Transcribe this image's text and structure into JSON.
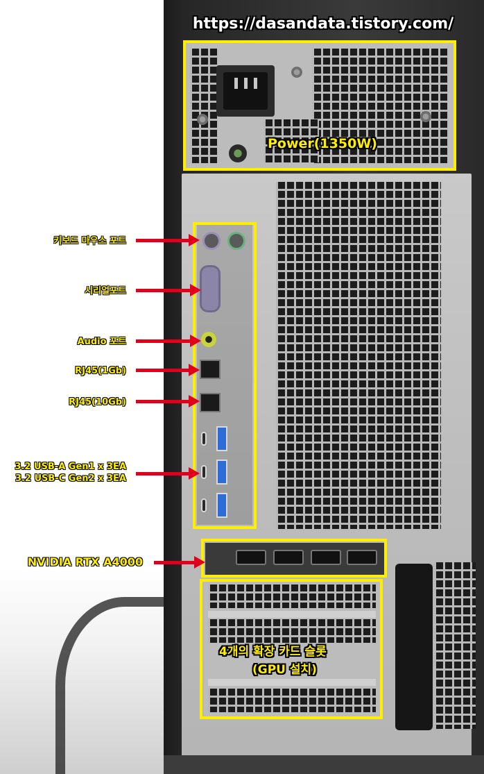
{
  "watermark": "https://dasandata.tistory.com/",
  "callouts": {
    "power": "Power(1350W)",
    "expansion_line1": "4개의 확장 카드 슬롯",
    "expansion_line2": "(GPU 설치)"
  },
  "port_labels": [
    {
      "id": "keyboard-mouse",
      "text": "키보드 마우스 포트"
    },
    {
      "id": "serial",
      "text": "시리얼포트"
    },
    {
      "id": "audio",
      "text": "Audio 포트"
    },
    {
      "id": "rj45-1g",
      "text": "RJ45(1Gb)"
    },
    {
      "id": "rj45-10g",
      "text": "RJ45(10Gb)"
    },
    {
      "id": "usb-a",
      "text": "3.2 USB-A Gen1 x 3EA"
    },
    {
      "id": "usb-c",
      "text": "3.2 USB-C Gen2 x 3EA"
    }
  ],
  "gpu_label": "NVIDIA RTX A4000",
  "colors": {
    "highlight": "#ffee00",
    "arrow": "#e0001a",
    "text_outline": "#000000"
  }
}
